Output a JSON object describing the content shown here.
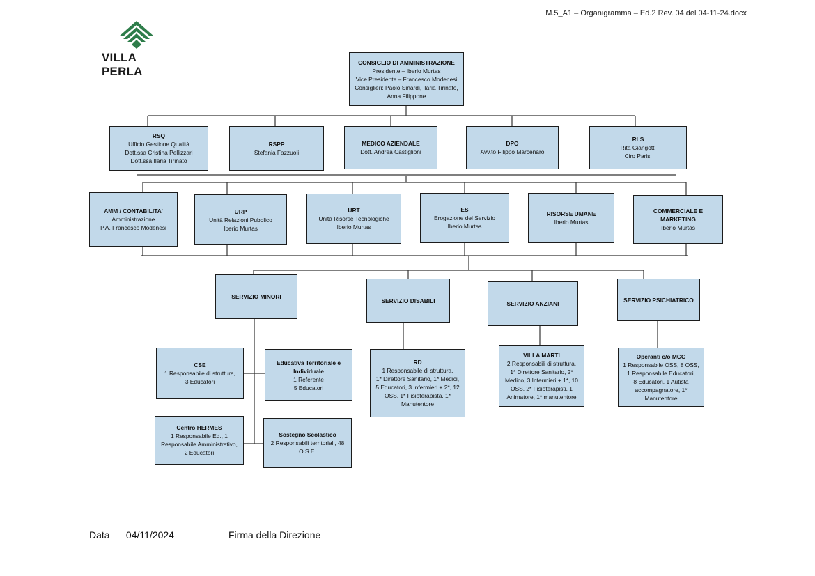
{
  "doc": {
    "reference": "M.5_A1 – Organigramma – Ed.2 Rev. 04 del 04-11-24.docx"
  },
  "logo": {
    "name": "VILLA PERLA",
    "icon": "stacked-chevrons-logo",
    "color": "#2e7d4a"
  },
  "colors": {
    "box_fill": "#c2d9ea",
    "box_border": "#1c1c1c",
    "connector": "#333333"
  },
  "board": {
    "title": "CONSIGLIO DI AMMINISTRAZIONE",
    "lines": [
      "Presidente – Iberio Murtas",
      "Vice Presidente – Francesco Modenesi",
      "Consiglieri: Paolo Sinardi, Ilaria Tirinato,",
      "Anna Filippone"
    ]
  },
  "staff": [
    {
      "title": "RSQ",
      "lines": [
        "Ufficio Gestione Qualità",
        "Dott.ssa Cristina Pellizzari",
        "Dott.ssa Ilaria Tirinato"
      ]
    },
    {
      "title": "RSPP",
      "lines": [
        "Stefania Fazzuoli"
      ]
    },
    {
      "title": "MEDICO AZIENDALE",
      "lines": [
        "Dott. Andrea Castiglioni"
      ]
    },
    {
      "title": "DPO",
      "lines": [
        "Avv.to Filippo Marcenaro"
      ]
    },
    {
      "title": "RLS",
      "lines": [
        "Rita Giangotti",
        "Ciro Parisi"
      ]
    }
  ],
  "departments": [
    {
      "title": "AMM / CONTABILITA'",
      "lines": [
        "Amministrazione",
        "P.A. Francesco Modenesi"
      ]
    },
    {
      "title": "URP",
      "lines": [
        "Unità Relazioni Pubblico",
        "Iberio Murtas"
      ]
    },
    {
      "title": "URT",
      "lines": [
        "Unità Risorse Tecnologiche",
        "Iberio Murtas"
      ]
    },
    {
      "title": "ES",
      "lines": [
        "Erogazione del Servizio",
        "Iberio Murtas"
      ]
    },
    {
      "title": "RISORSE UMANE",
      "lines": [
        "Iberio Murtas"
      ]
    },
    {
      "title": "COMMERCIALE E MARKETING",
      "lines": [
        "Iberio Murtas"
      ]
    }
  ],
  "services": [
    {
      "title": "SERVIZIO MINORI"
    },
    {
      "title": "SERVIZIO DISABILI"
    },
    {
      "title": "SERVIZIO ANZIANI"
    },
    {
      "title": "SERVIZIO PSICHIATRICO"
    }
  ],
  "units": [
    {
      "title": "CSE",
      "lines": [
        "1 Responsabile di struttura,",
        "3 Educatori"
      ]
    },
    {
      "title": "Educativa Territoriale e",
      "lines": [
        "Individuale",
        "1 Referente",
        "5 Educatori"
      ]
    },
    {
      "title": "Centro HERMES",
      "lines": [
        "1 Responsabile Ed., 1",
        "Responsabile Amministrativo,",
        "2 Educatori"
      ]
    },
    {
      "title": "Sostegno Scolastico",
      "lines": [
        "2 Responsabili territoriali, 48",
        "O.S.E."
      ]
    },
    {
      "title": "RD",
      "lines": [
        "1 Responsabile di struttura,",
        "1* Direttore Sanitario, 1* Medici,",
        "5 Educatori, 3 Infermieri + 2*, 12",
        "OSS, 1* Fisioterapista, 1*",
        "Manutentore"
      ]
    },
    {
      "title": "VILLA MARTI",
      "lines": [
        "2 Responsabili di struttura,",
        "1* Direttore Sanitario, 2*",
        "Medico, 3 Infermieri + 1*, 10",
        "OSS, 2* Fisioterapisti, 1",
        "Animatore, 1* manutentore"
      ]
    },
    {
      "title": "Operanti c/o MCG",
      "lines": [
        "1 Responsabile OSS, 8 OSS,",
        "1 Responsabile Educatori,",
        "8 Educatori, 1 Autista",
        "accompagnatore, 1*",
        "Manutentore"
      ]
    }
  ],
  "footer": {
    "date_text": "Data___04/11/2024_______",
    "signature_text": "Firma della Direzione____________________"
  }
}
